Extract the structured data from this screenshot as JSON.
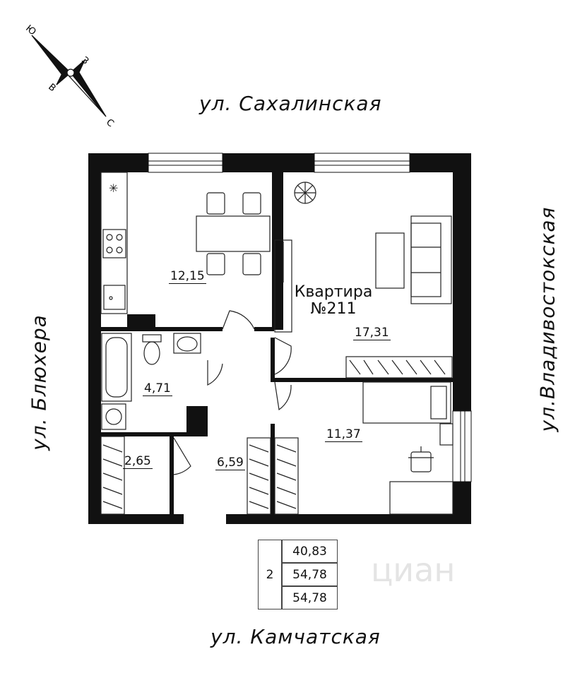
{
  "streets": {
    "top": "ул. Сахалинская",
    "left": "ул. Блюхера",
    "right": "ул.Владивостокская",
    "bottom": "ул. Камчатская"
  },
  "compass": {
    "south": "Ю",
    "west": "З",
    "east": "В",
    "north": "С"
  },
  "apartment": {
    "title": "Квартира",
    "number": "№211"
  },
  "rooms": {
    "kitchen": "12,15",
    "living": "17,31",
    "bath": "4,71",
    "storage": "2,65",
    "hall": "6,59",
    "bedroom": "11,37"
  },
  "totals": {
    "rooms_count": "2",
    "living_area": "40,83",
    "total_area": "54,78",
    "total_area_balcony": "54,78"
  },
  "watermark": "циан",
  "colors": {
    "wall": "#111111",
    "line": "#333333",
    "watermark": "#e4e4e4"
  }
}
